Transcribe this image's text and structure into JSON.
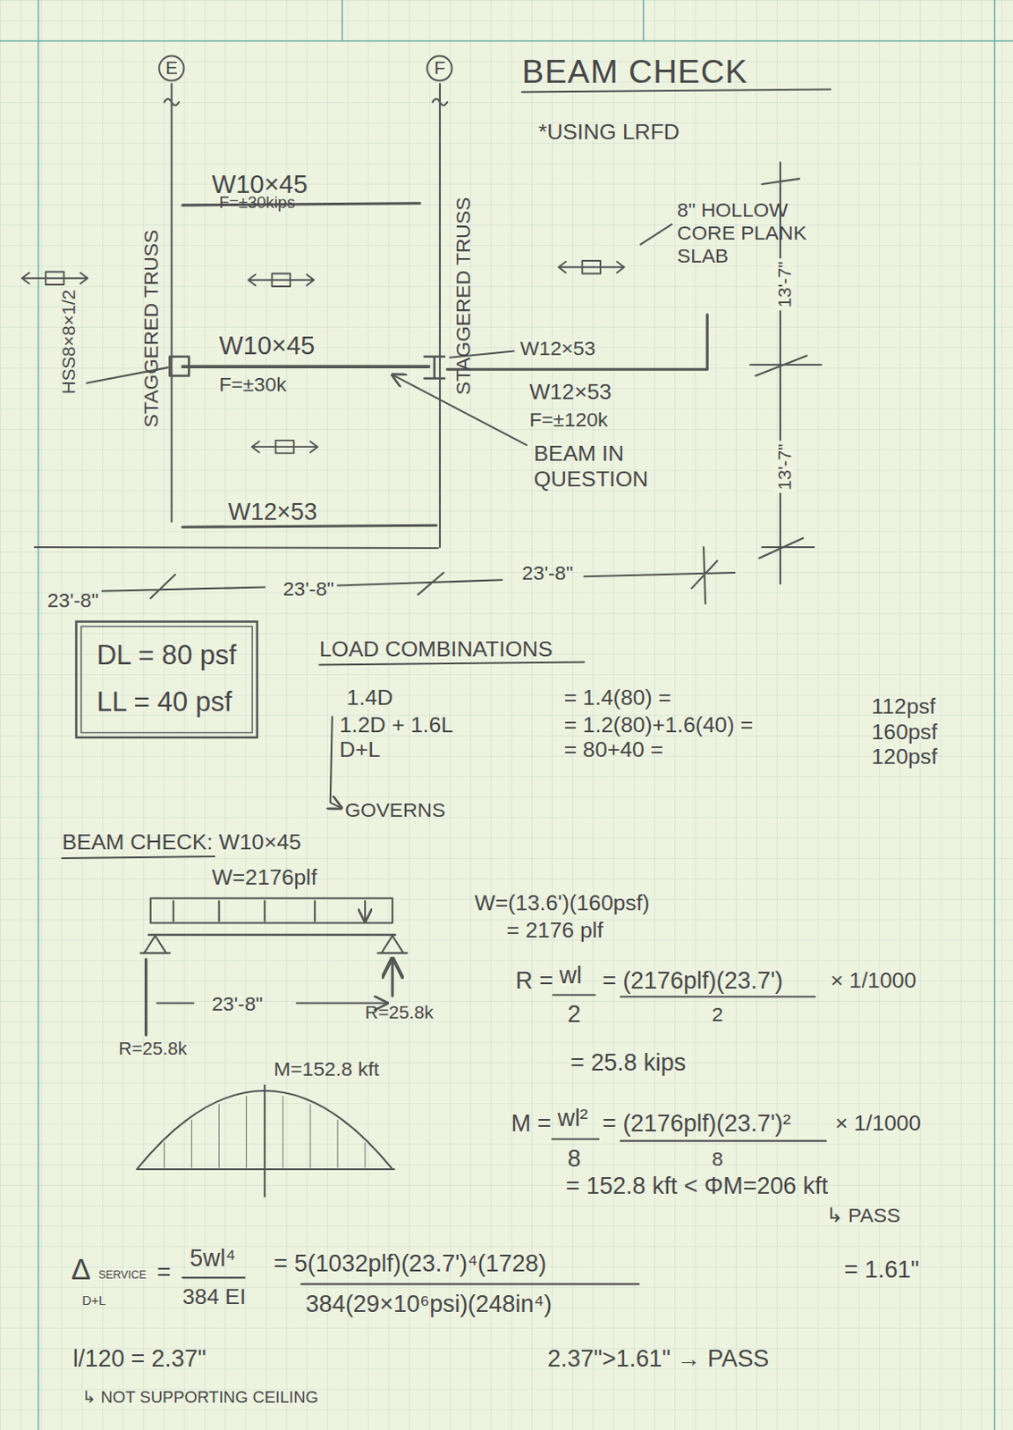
{
  "diagram": {
    "title": "BEAM CHECK",
    "nodes": [
      {
        "text": [
          "E"
        ]
      },
      {
        "text": [
          "F"
        ]
      },
      {
        "text": [
          "DL = 80 psf",
          "LL = 40 psf"
        ]
      }
    ],
    "labels": [
      "*USING LRFD",
      "W10×45",
      "F=±30kips",
      "8\" HOLLOW CORE PLANK SLAB",
      "STAGGERED TRUSS",
      "STAGGERED TRUSS",
      "HSS8×8×1/2",
      "W10×45",
      "F=±30k",
      "W12×53",
      "W12×53",
      "F=±120k",
      "BEAM IN QUESTION",
      "13'-7\"",
      "13'-7\"",
      "W12×53",
      "23'-8\"",
      "23'-8\"",
      "23'-8\"",
      "LOAD COMBINATIONS",
      "1.4D",
      "1.2D + 1.6L",
      "D+L",
      "GOVERNS",
      "= 1.4(80) =",
      "= 1.2(80)+1.6(40) =",
      "= 80+40 =",
      "112psf",
      "160psf",
      "120psf",
      "BEAM CHECK: W10×45",
      "W=2176plf",
      "W=(13.6')(160psf)",
      "= 2176 plf",
      "23'-8\"",
      "R=25.8k",
      "R=25.8k",
      "R =",
      "wl",
      "2",
      "= (2176plf)(23.7')",
      "2",
      "× 1/1000",
      "= 25.8 kips",
      "M=152.8 kft",
      "M =",
      "wl²",
      "8",
      "= (2176plf)(23.7')²",
      "8",
      "× 1/1000",
      "= 152.8 kft < ΦM=206 kft",
      "↳ PASS",
      "Δ",
      "SERVICE",
      "D+L",
      "=",
      "5wl⁴",
      "384 EI",
      "= 5(1032plf)(23.7')⁴(1728)",
      "384(29×10⁶psi)(248in⁴)",
      "= 1.61\"",
      "l/120 = 2.37\"",
      "2.37\">1.61\" → PASS",
      "↳ NOT SUPPORTING CEILING"
    ]
  }
}
